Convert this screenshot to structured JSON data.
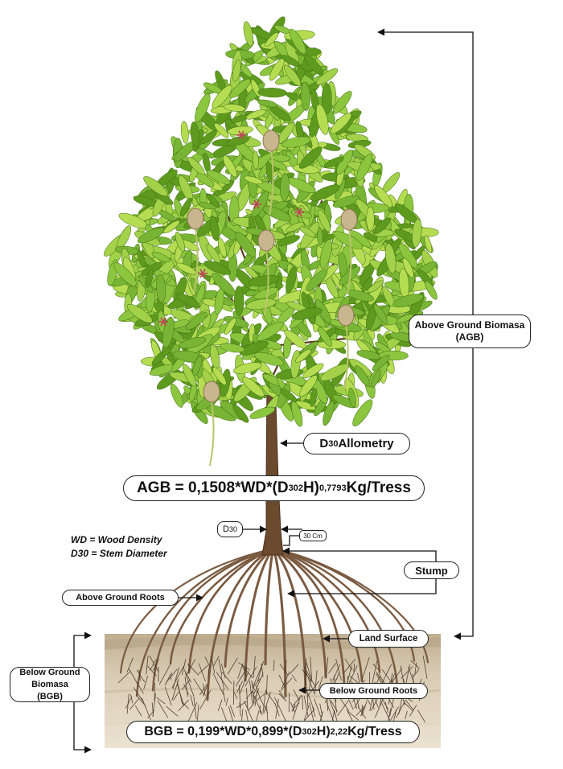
{
  "labels": {
    "agb_title_line1": "Above Ground Biomasa",
    "agb_title_line2": "(AGB)",
    "bgb_title_line1": "Below Ground Biomasa",
    "bgb_title_line2": "(BGB)",
    "allometry_prefix": "D",
    "allometry_sub": "30",
    "allometry_text": " Allometry",
    "d30_prefix": "D",
    "d30_sub": "30",
    "height_30cm": "30 Cm",
    "stump": "Stump",
    "above_ground_roots": "Above Ground Roots",
    "land_surface": "Land Surface",
    "below_ground_roots": "Below Ground Roots"
  },
  "legend": {
    "wd": "WD = Wood Density",
    "d30": "D30 = Stem Diameter"
  },
  "equations": {
    "agb": {
      "lhs": "AGB = 0,1508*WD*(D",
      "d_sub": "30",
      "sq": "2",
      "h": " H)",
      "exp": "0,7793",
      "unit": " Kg/Tress"
    },
    "bgb": {
      "lhs": "BGB = 0,199*WD*0,899*(D",
      "d_sub": "30",
      "sq": "2",
      "h": " H)",
      "exp": " 2,22",
      "unit": " Kg/Tress"
    }
  },
  "colors": {
    "leaf_dark": "#5e9a1e",
    "leaf_mid": "#8cc63f",
    "leaf_light": "#b6dd52",
    "trunk": "#6b4a2e",
    "root": "#7a5a40",
    "soil_top": "#cdbfa8",
    "soil_bottom": "#e9dfcc",
    "fruit": "#c9b58e",
    "flower": "#c2435a"
  }
}
